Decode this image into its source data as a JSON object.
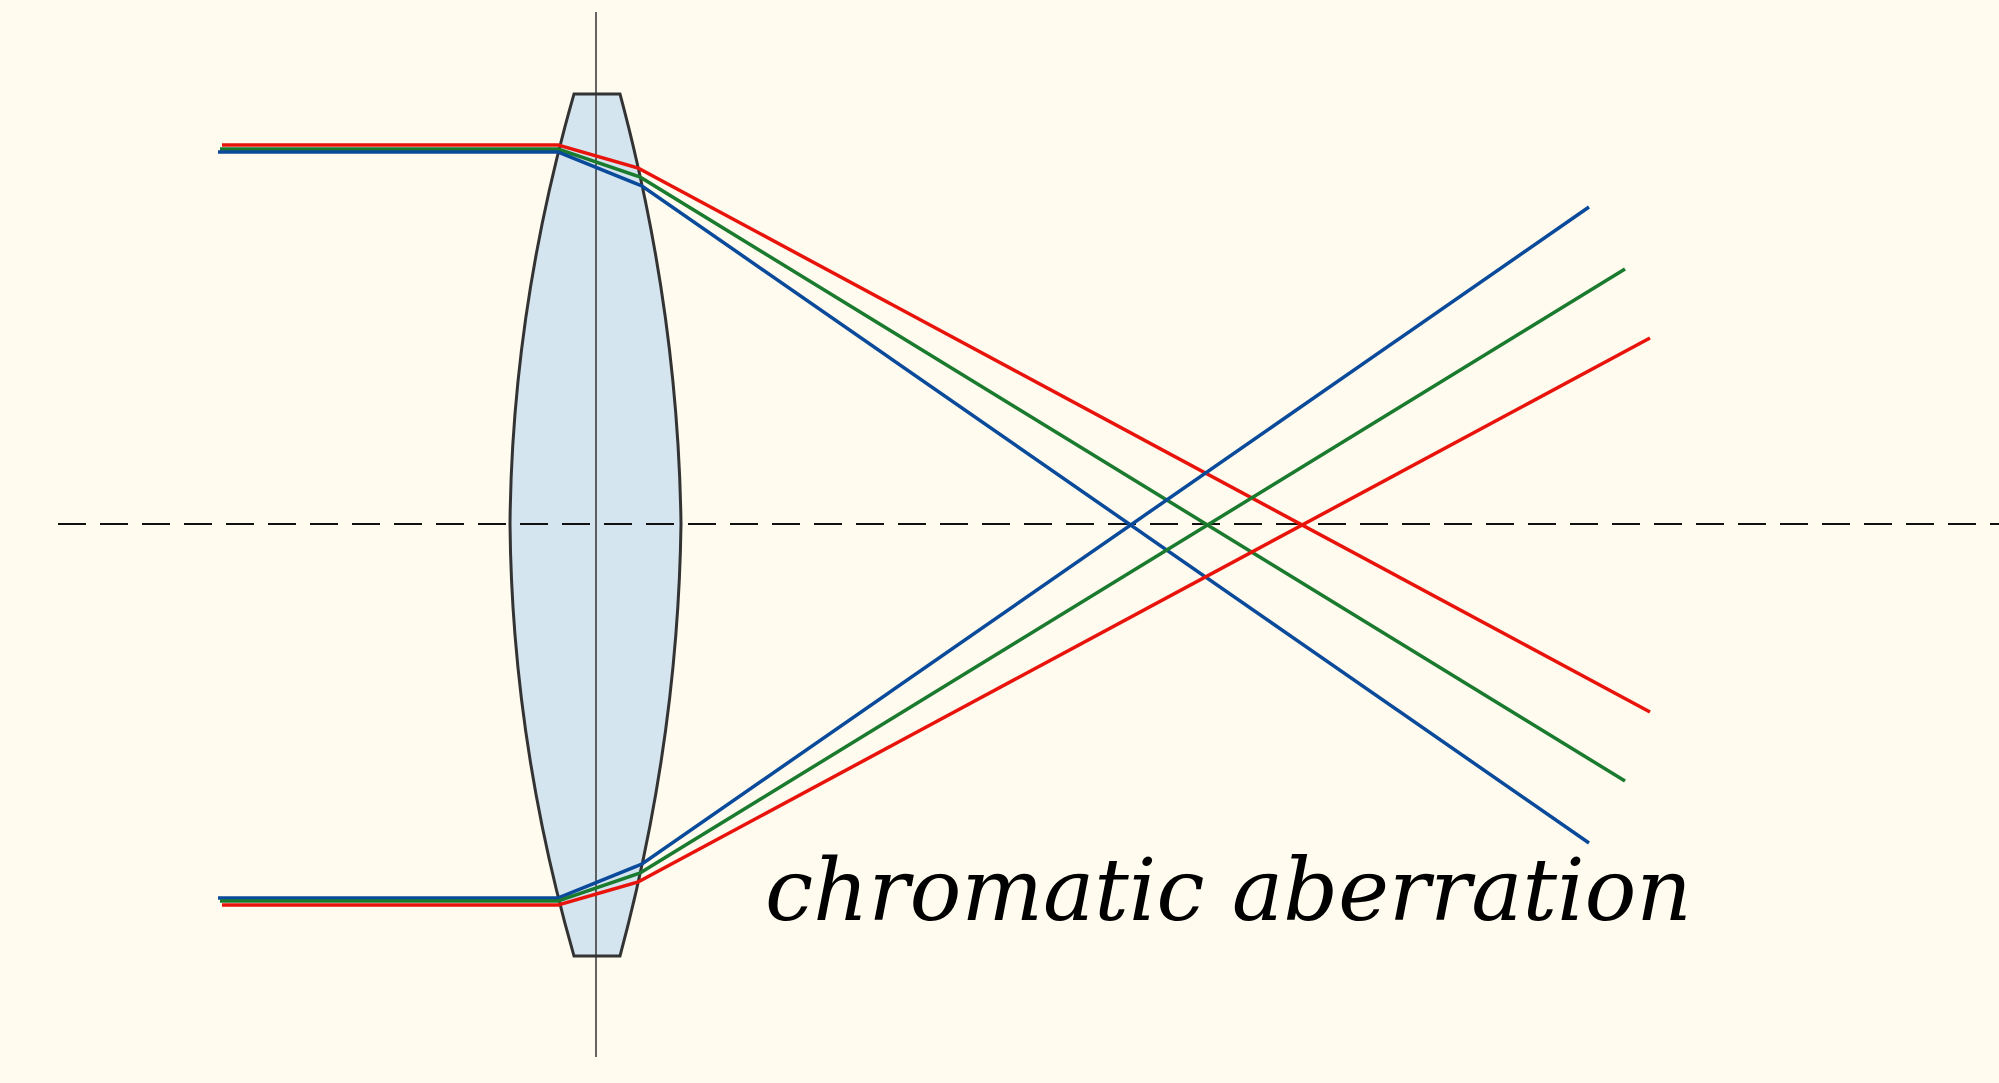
{
  "caption": "chromatic aberration",
  "colors": {
    "background": "#fffbef",
    "lens_fill": "#d4e5f0",
    "lens_outline": "#333333",
    "axis": "#111111",
    "red": "#e8140c",
    "green": "#1a7a2e",
    "blue": "#0a4a9a"
  },
  "rays": [
    {
      "name": "red",
      "color": "#e8140c"
    },
    {
      "name": "green",
      "color": "#1a7a2e"
    },
    {
      "name": "blue",
      "color": "#0a4a9a"
    }
  ]
}
